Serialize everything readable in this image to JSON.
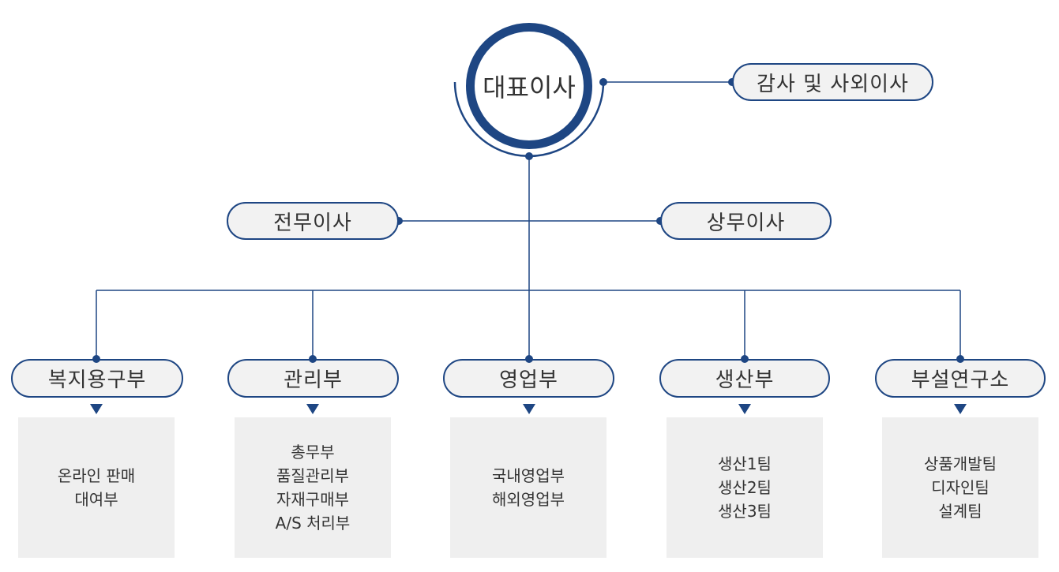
{
  "ceo": {
    "label": "대표이사"
  },
  "auditor": {
    "label": "감사 및 사외이사"
  },
  "executives": [
    {
      "label": "전무이사"
    },
    {
      "label": "상무이사"
    }
  ],
  "departments": [
    {
      "label": "복지용구부",
      "sub_units": [
        "온라인 판매",
        "대여부"
      ]
    },
    {
      "label": "관리부",
      "sub_units": [
        "총무부",
        "품질관리부",
        "자재구매부",
        "A/S 처리부"
      ]
    },
    {
      "label": "영업부",
      "sub_units": [
        "국내영업부",
        "해외영업부"
      ]
    },
    {
      "label": "생산부",
      "sub_units": [
        "생산1팀",
        "생산2팀",
        "생산3팀"
      ]
    },
    {
      "label": "부설연구소",
      "sub_units": [
        "상품개발팀",
        "디자인팀",
        "설계팀"
      ]
    }
  ],
  "colors": {
    "accent": "#1e4683",
    "box_fill": "#efefef",
    "node_fill": "#f2f2f2",
    "text": "#333333"
  }
}
